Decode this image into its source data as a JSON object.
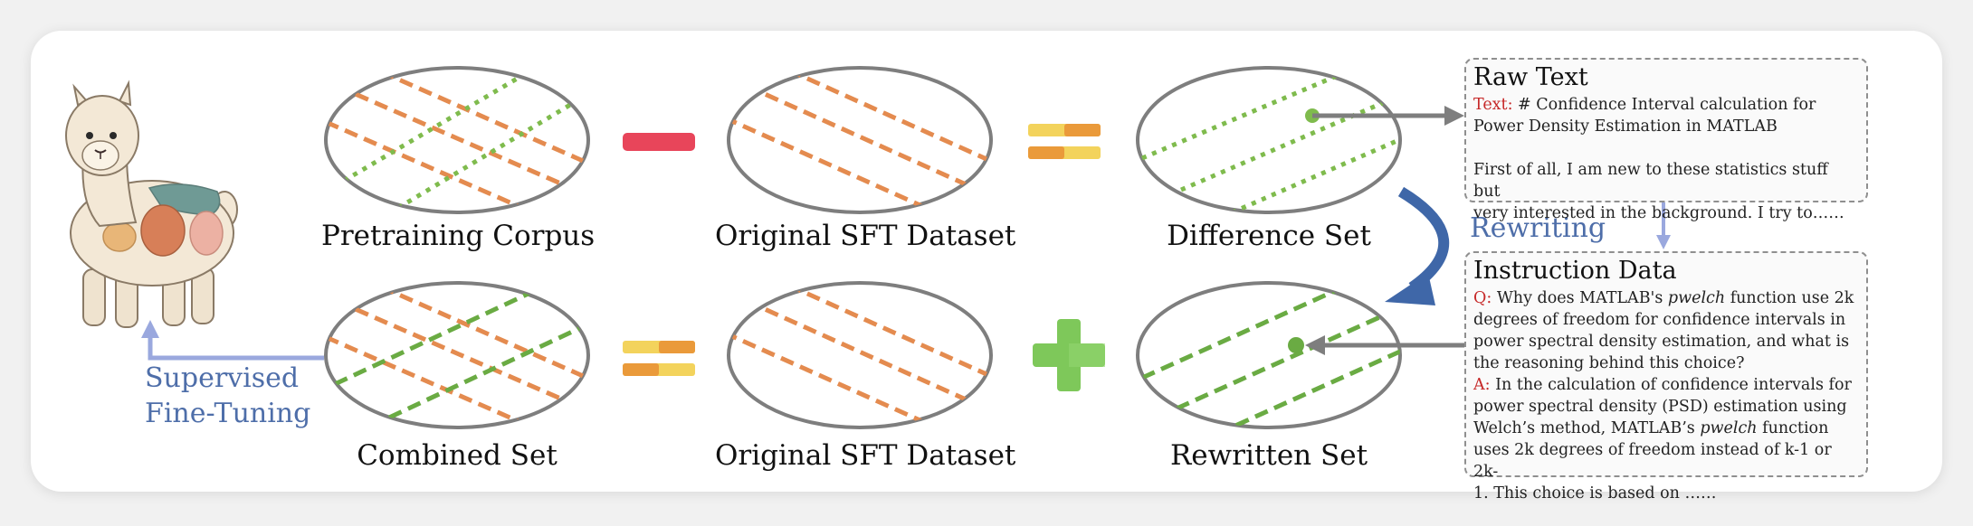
{
  "sets": {
    "pretraining_corpus": "Pretraining Corpus",
    "original_sft_top": "Original SFT Dataset",
    "difference_set": "Difference Set",
    "combined_set": "Combined Set",
    "original_sft_bottom": "Original SFT Dataset",
    "rewritten_set": "Rewritten Set"
  },
  "operators": {
    "minus": "minus-icon",
    "equals_top": "equals-icon",
    "equals_bottom": "equals-icon",
    "plus": "plus-icon"
  },
  "process": {
    "rewriting": "Rewriting",
    "sft_line1": "Supervised",
    "sft_line2": "Fine-Tuning"
  },
  "raw_text": {
    "title": "Raw Text",
    "text_label": "Text:",
    "text_line1": " # Confidence Interval calculation for",
    "text_line2": "Power Density Estimation in MATLAB",
    "text_para2_line1": "First of all, I am new to these statistics stuff but",
    "text_para2_line2": "very interested in the background. I try to……"
  },
  "instruction_data": {
    "title": "Instruction Data",
    "q_label": "Q:",
    "q_line1_a": " Why does MATLAB's ",
    "q_line1_em": "pwelch",
    "q_line1_b": " function use 2k",
    "q_line2": "degrees of freedom for confidence intervals in",
    "q_line3": "power spectral density estimation, and what is",
    "q_line4": "the reasoning behind this choice?",
    "a_label": "A:",
    "a_line1": " In the calculation of confidence intervals for",
    "a_line2": "power spectral density (PSD) estimation using",
    "a_line3_a": "Welch’s method, MATLAB’s ",
    "a_line3_em": "pwelch",
    "a_line3_b": " function",
    "a_line4": "uses 2k degrees of freedom instead of k-1 or 2k-",
    "a_line5": "1. This choice is based on ……"
  },
  "colors": {
    "orange_dash": "#e48b4f",
    "green_dot": "#7fbb4d",
    "green_dash": "#6aab43",
    "minus_red": "#e8455a",
    "equals_orange": "#ea9a3a",
    "equals_yellow": "#f3d35c",
    "plus_green": "#7ec85a",
    "blue_arrow": "#3f67a8",
    "light_blue": "#9aa8de"
  }
}
